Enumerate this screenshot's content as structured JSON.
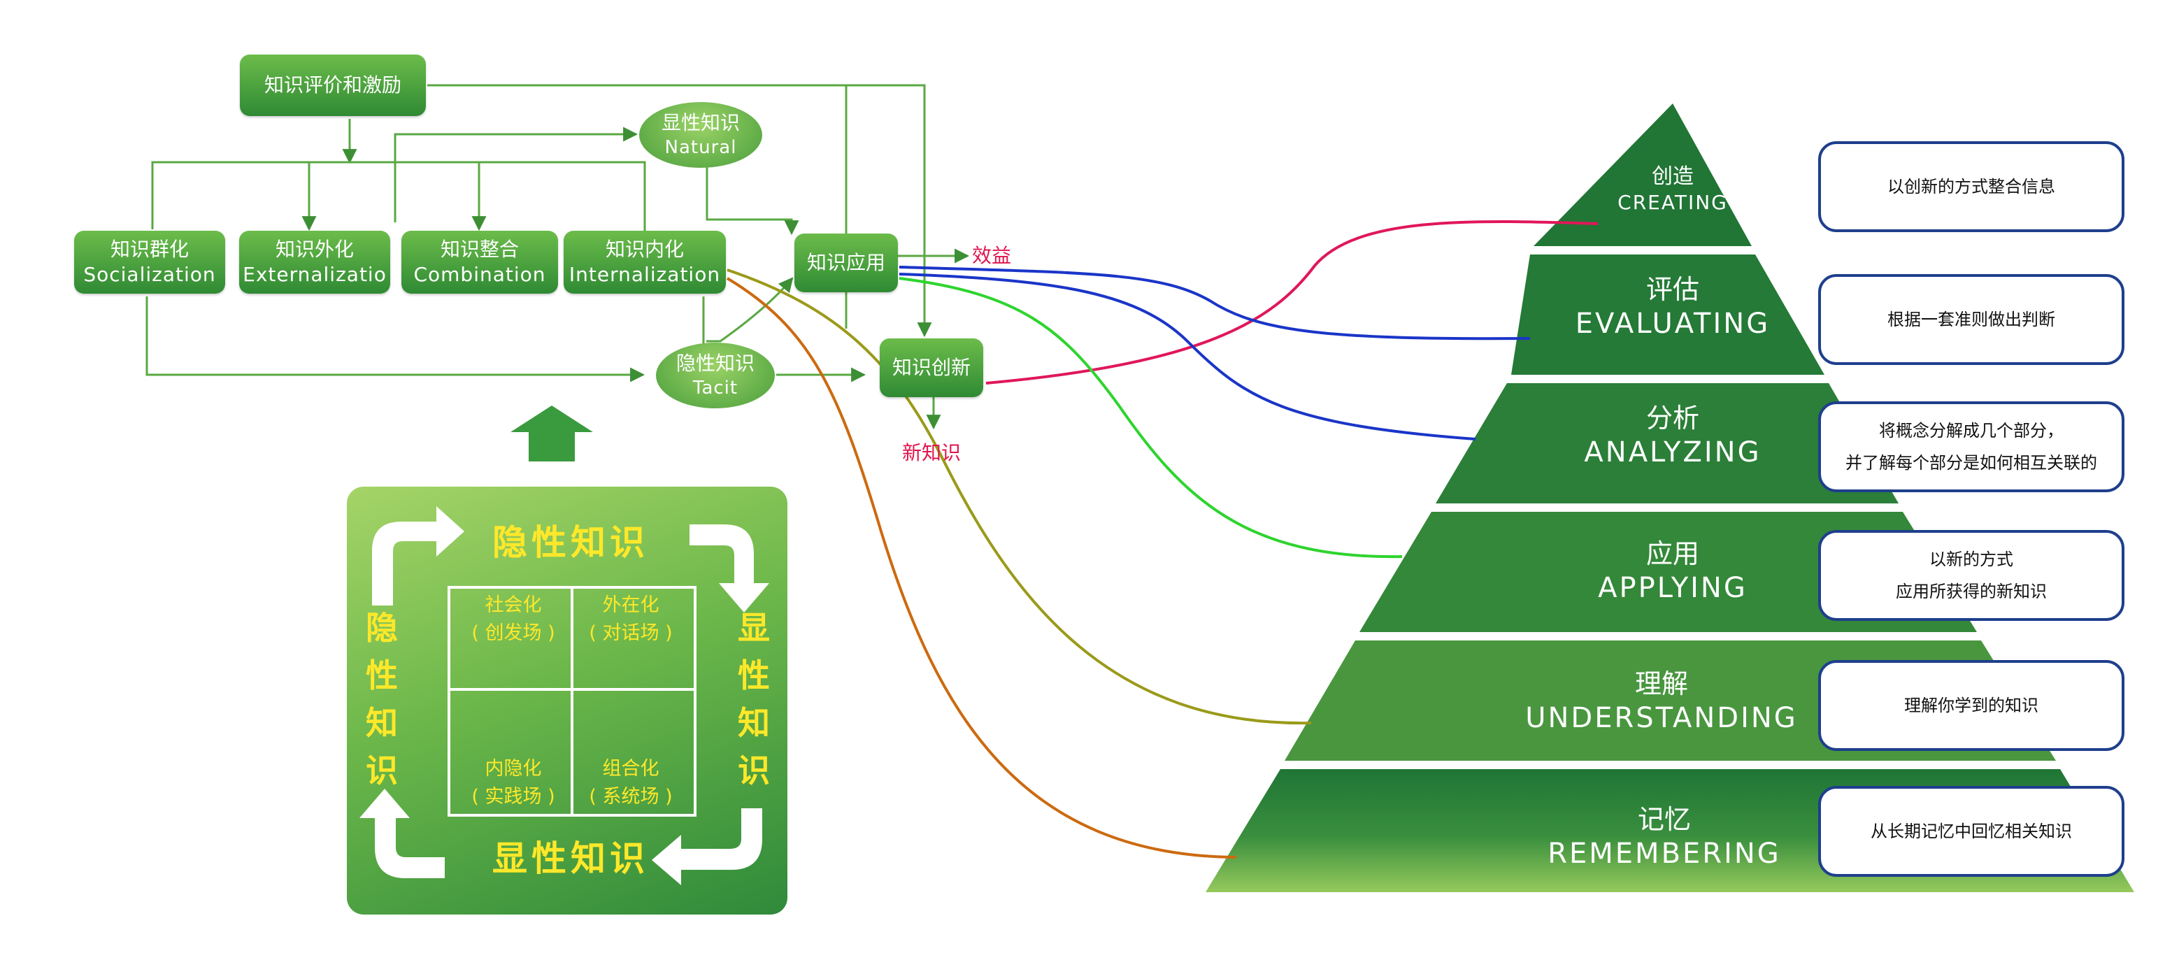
{
  "flow": {
    "eval_box": "知识评价和激励",
    "natural": {
      "cn": "显性知识",
      "en": "Natural"
    },
    "tacit": {
      "cn": "隐性知识",
      "en": "Tacit"
    },
    "socialization": {
      "cn": "知识群化",
      "en": "Socialization"
    },
    "externalization": {
      "cn": "知识外化",
      "en": "Externalizatio"
    },
    "combination": {
      "cn": "知识整合",
      "en": "Combination"
    },
    "internalization": {
      "cn": "知识内化",
      "en": "Internalization"
    },
    "application": "知识应用",
    "innovation": "知识创新",
    "benefit": "效益",
    "new_knowledge": "新知识"
  },
  "seci": {
    "top": "隐性知识",
    "bottom": "显性知识",
    "left": [
      "隐",
      "性",
      "知",
      "识"
    ],
    "right": [
      "显",
      "性",
      "知",
      "识"
    ],
    "quadrants": [
      {
        "l1": "社会化",
        "l2": "( 创发场 )"
      },
      {
        "l1": "外在化",
        "l2": "( 对话场 )"
      },
      {
        "l1": "内隐化",
        "l2": "( 实践场 )"
      },
      {
        "l1": "组合化",
        "l2": "( 系统场 )"
      }
    ]
  },
  "pyramid": [
    {
      "cn": "创造",
      "en": "CREATING"
    },
    {
      "cn": "评估",
      "en": "EVALUATING"
    },
    {
      "cn": "分析",
      "en": "ANALYZING"
    },
    {
      "cn": "应用",
      "en": "APPLYING"
    },
    {
      "cn": "理解",
      "en": "UNDERSTANDING"
    },
    {
      "cn": "记忆",
      "en": "REMEMBERING"
    }
  ],
  "descriptions": [
    {
      "l1": "以创新的方式整合信息",
      "l2": ""
    },
    {
      "l1": "根据一套准则做出判断",
      "l2": ""
    },
    {
      "l1": "将概念分解成几个部分，",
      "l2": "并了解每个部分是如何相互关联的"
    },
    {
      "l1": "以新的方式",
      "l2": "应用所获得的新知识"
    },
    {
      "l1": "理解你学到的知识",
      "l2": ""
    },
    {
      "l1": "从长期记忆中回忆相关知识",
      "l2": ""
    }
  ],
  "colors": {
    "green_light": "#8cc95a",
    "green_dark": "#227a35",
    "link_crimson": "#e0175a",
    "link_blue": "#1a35c8",
    "link_green": "#2ed42e",
    "link_olive": "#9a9a1a",
    "link_orange": "#cc6a10",
    "desc_border": "#1e3f8c",
    "seci_text": "#ffe82a"
  }
}
